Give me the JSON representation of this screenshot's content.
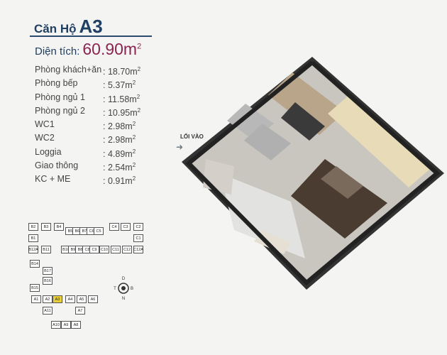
{
  "header": {
    "title_prefix": "Căn Hộ",
    "apartment_code": "A3",
    "area_label": "Diện tích:",
    "area_value": "60.90m",
    "area_unit_sup": "2"
  },
  "rooms": [
    {
      "name": "Phòng khách+ăn",
      "value": ": 18.70m",
      "sup": "2"
    },
    {
      "name": "Phòng bếp",
      "value": ":   5.37m",
      "sup": "2"
    },
    {
      "name": "Phòng ngủ 1",
      "value": ": 11.58m",
      "sup": "2"
    },
    {
      "name": "Phòng ngủ 2",
      "value": ": 10.95m",
      "sup": "2"
    },
    {
      "name": "WC1",
      "value": ":   2.98m",
      "sup": "2"
    },
    {
      "name": "WC2",
      "value": ":   2.98m",
      "sup": "2"
    },
    {
      "name": "Loggia",
      "value": ":   4.89m",
      "sup": "2"
    },
    {
      "name": "Giao thông",
      "value": ":   2.54m",
      "sup": "2"
    },
    {
      "name": "KC + ME",
      "value": ":   0.91m",
      "sup": "2"
    }
  ],
  "plan": {
    "entry_label": "LỐI VÀO",
    "entry_icon": "arrow-right-icon"
  },
  "keyplan": {
    "active_unit": "A3",
    "units": [
      "B2",
      "B3",
      "B4",
      "B5",
      "B6",
      "B7",
      "C6",
      "C5",
      "C4",
      "C3",
      "C2",
      "B1",
      "C1",
      "B12A",
      "B11",
      "B10",
      "B9",
      "B8",
      "C8",
      "C9",
      "C10",
      "C11",
      "C12",
      "C12A",
      "B14",
      "B17",
      "B16",
      "B15",
      "A1",
      "A2",
      "A3",
      "A4",
      "A5",
      "A6",
      "A11",
      "A7",
      "A10",
      "A9",
      "A8"
    ]
  },
  "compass": {
    "letters": [
      "D",
      "B",
      "T",
      "N"
    ]
  },
  "colors": {
    "title": "#1f3f63",
    "area_value": "#8b2450",
    "active_unit": "#e8cf3a"
  }
}
